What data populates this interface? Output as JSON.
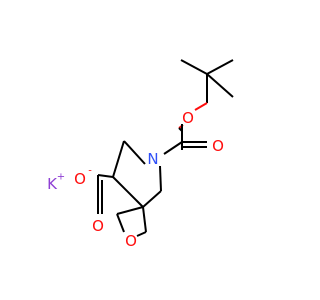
{
  "molecule": {
    "atoms": {
      "potassium": {
        "symbol": "K",
        "charge": "+",
        "color": "#8f40d4"
      },
      "carboxylate_o_minus": {
        "symbol": "O",
        "charge": "-",
        "color": "#ff0d0d"
      },
      "carboxylate_o_double": {
        "symbol": "O",
        "color": "#ff0d0d"
      },
      "oxetane_o": {
        "symbol": "O",
        "color": "#ff0d0d"
      },
      "ring_n": {
        "symbol": "N",
        "color": "#3050f8"
      },
      "boc_o_ester": {
        "symbol": "O",
        "color": "#ff0d0d"
      },
      "boc_o_carbonyl": {
        "symbol": "O",
        "color": "#ff0d0d"
      }
    }
  }
}
